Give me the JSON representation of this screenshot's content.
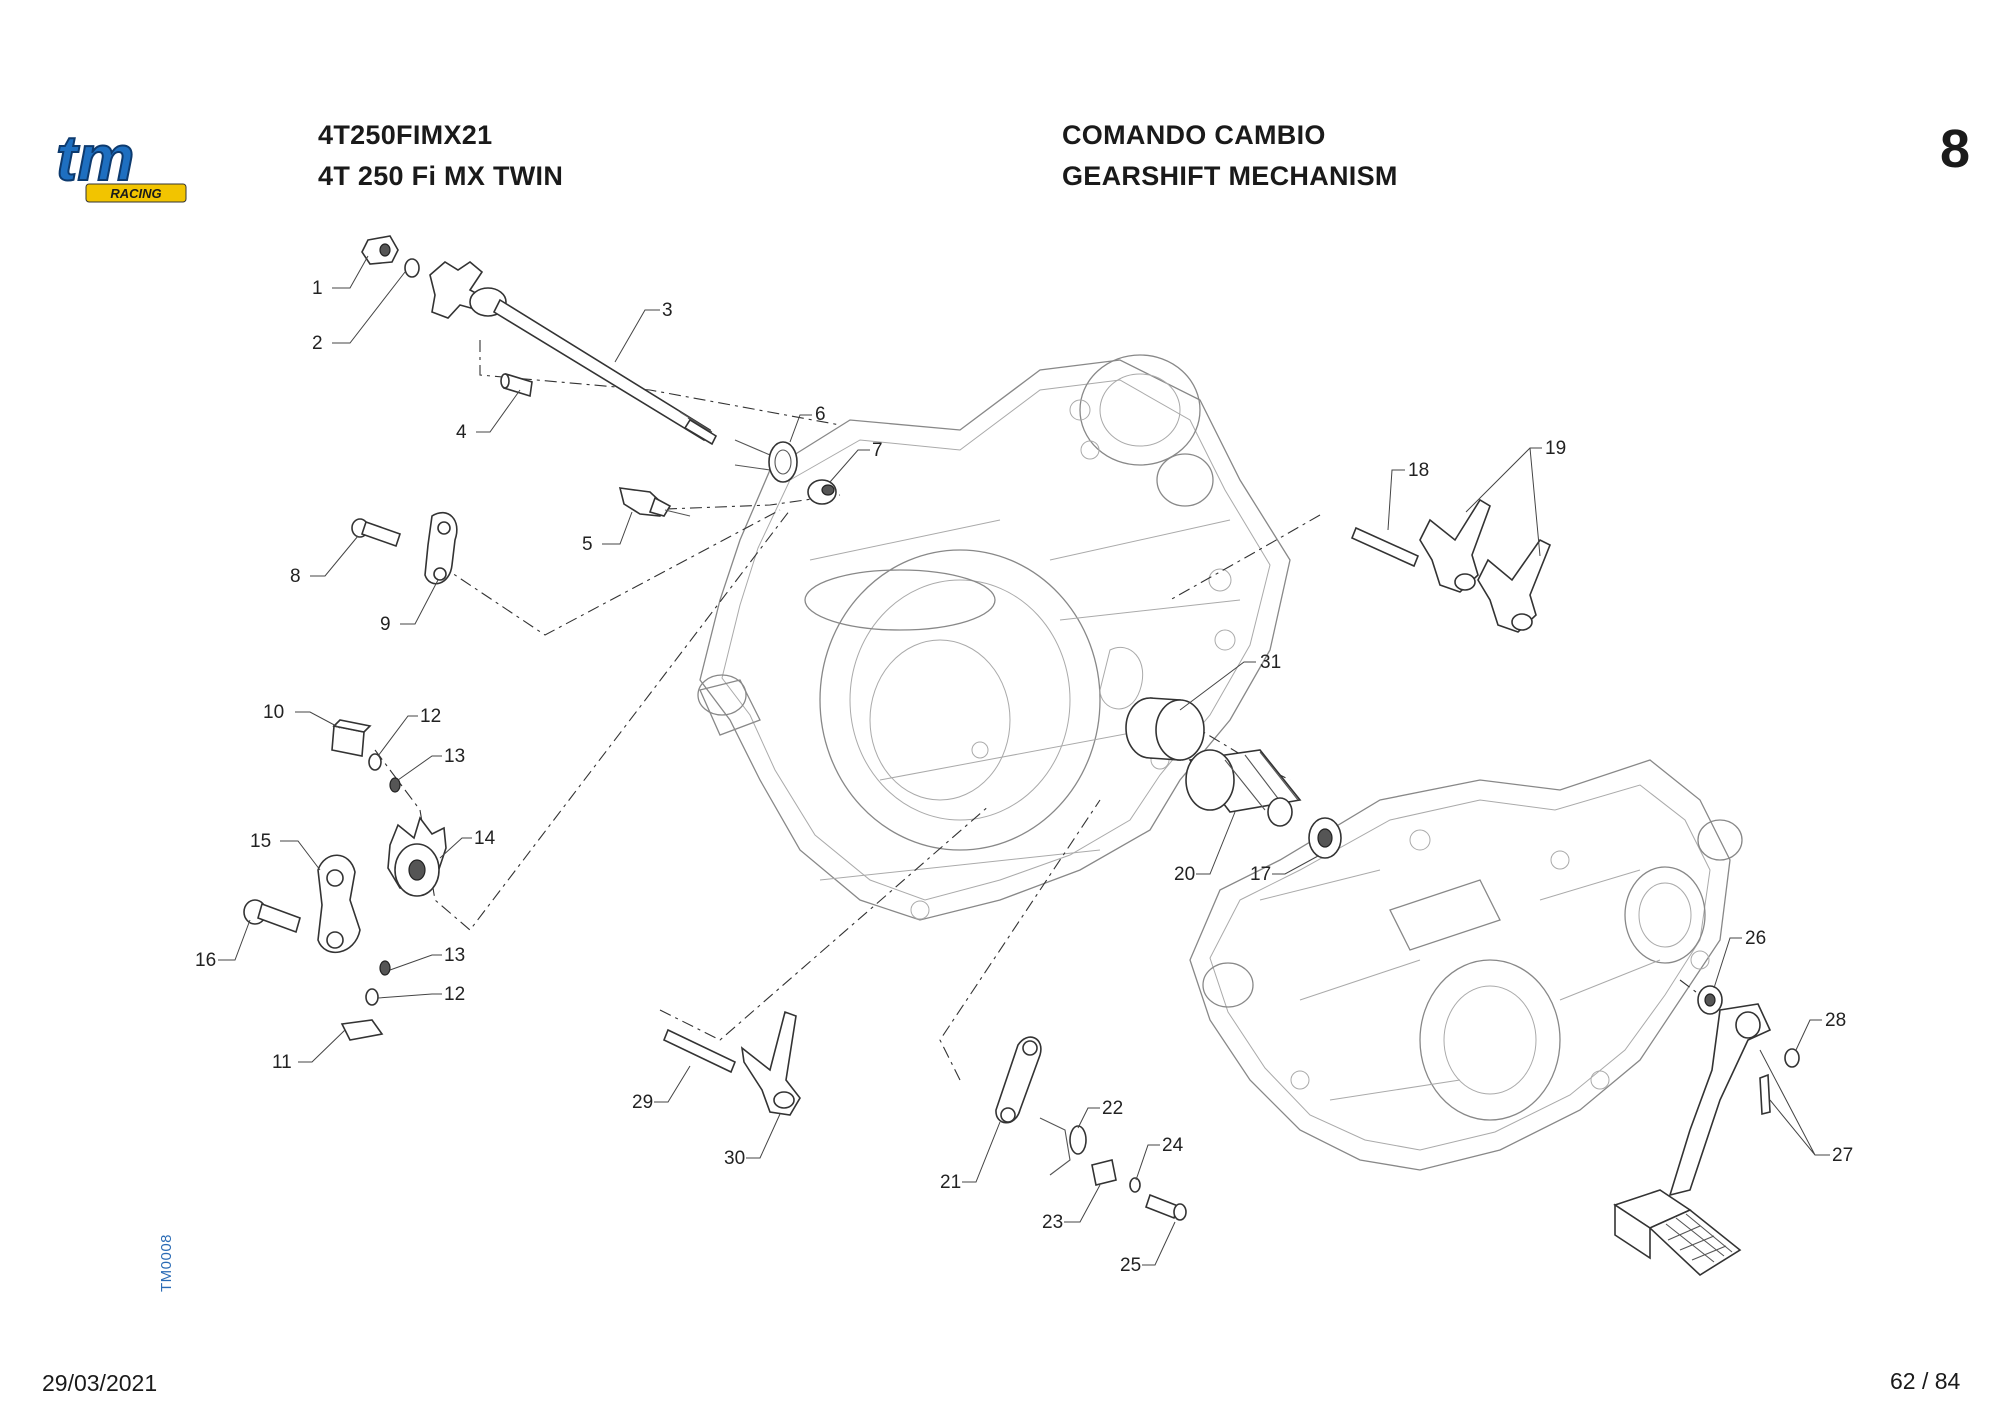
{
  "header": {
    "brand_logo_text": "tm",
    "brand_logo_subtext": "RACING",
    "model_code": "4T250FIMX21",
    "model_name": "4T 250 Fi MX TWIN",
    "section_title_it": "COMANDO CAMBIO",
    "section_title_en": "GEARSHIFT MECHANISM",
    "section_number": "8"
  },
  "diagram": {
    "side_code": "TM0008",
    "callouts": [
      "1",
      "2",
      "3",
      "4",
      "5",
      "6",
      "7",
      "8",
      "9",
      "10",
      "11",
      "12",
      "12",
      "13",
      "13",
      "14",
      "15",
      "16",
      "17",
      "18",
      "19",
      "20",
      "21",
      "22",
      "23",
      "24",
      "25",
      "26",
      "27",
      "28",
      "29",
      "30",
      "31"
    ]
  },
  "footer": {
    "date": "29/03/2021",
    "page": "62 / 84"
  },
  "colors": {
    "logo_blue": "#1e6fc0",
    "logo_yellow": "#f2c400",
    "code_blue": "#2a6bb5"
  }
}
